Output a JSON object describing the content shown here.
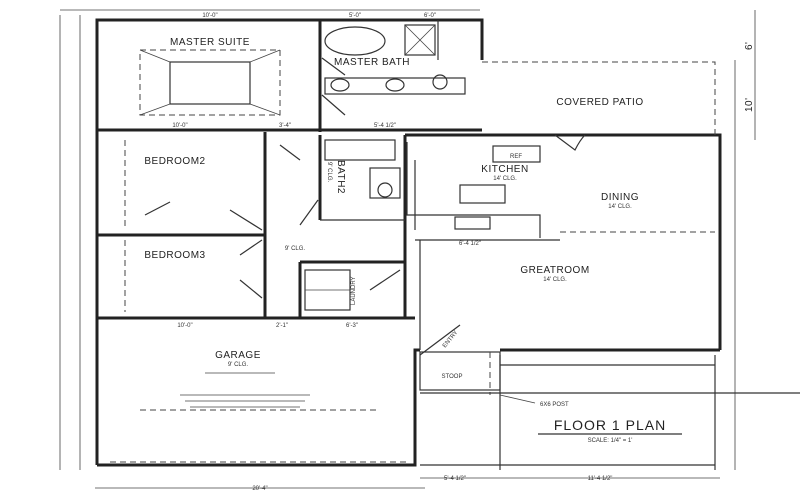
{
  "plan": {
    "title": "FLOOR 1 PLAN",
    "scale": "SCALE: 1/4\" = 1'",
    "rooms": {
      "master_suite": "MASTER SUITE",
      "master_bath": "MASTER BATH",
      "covered_patio": "COVERED PATIO",
      "kitchen": "KITCHEN",
      "kitchen_ceiling": "14' CLG.",
      "dining": "DINING",
      "dining_ceiling": "14' CLG.",
      "greatroom": "GREATROOM",
      "greatroom_ceiling": "14' CLG.",
      "bedroom2": "BEDROOM2",
      "bedroom3": "BEDROOM3",
      "bath2": "BATH2",
      "bath2_ceiling": "9' CLG.",
      "laundry": "LAUNDRY",
      "garage": "GARAGE",
      "garage_ceiling": "9' CLG.",
      "entry": "ENTRY",
      "stoop": "STOOP",
      "hall_ceiling": "9' CLG."
    },
    "fixtures": {
      "ref": "REF",
      "post": "6X6 POST"
    },
    "dimensions": {
      "top_master": "10'-0\"",
      "top_bath_1": "5'-0\"",
      "top_bath_2": "6'-0\"",
      "master_bottom": "10'-0\"",
      "hall_bottom": "3'-4\"",
      "bath_bottom": "5'-4 1/2\"",
      "bed_bottom": "10'-0\"",
      "laundry_1": "2'-1\"",
      "laundry_2": "6'-3\"",
      "kitchen_bottom": "6'-4 1/2\"",
      "porch_bottom": "11'-4 1/2\"",
      "stoop_bottom": "5'-4 1/2\"",
      "garage_bottom": "20'-4\"",
      "right_upper": "6'",
      "right_patio": "10'"
    }
  }
}
